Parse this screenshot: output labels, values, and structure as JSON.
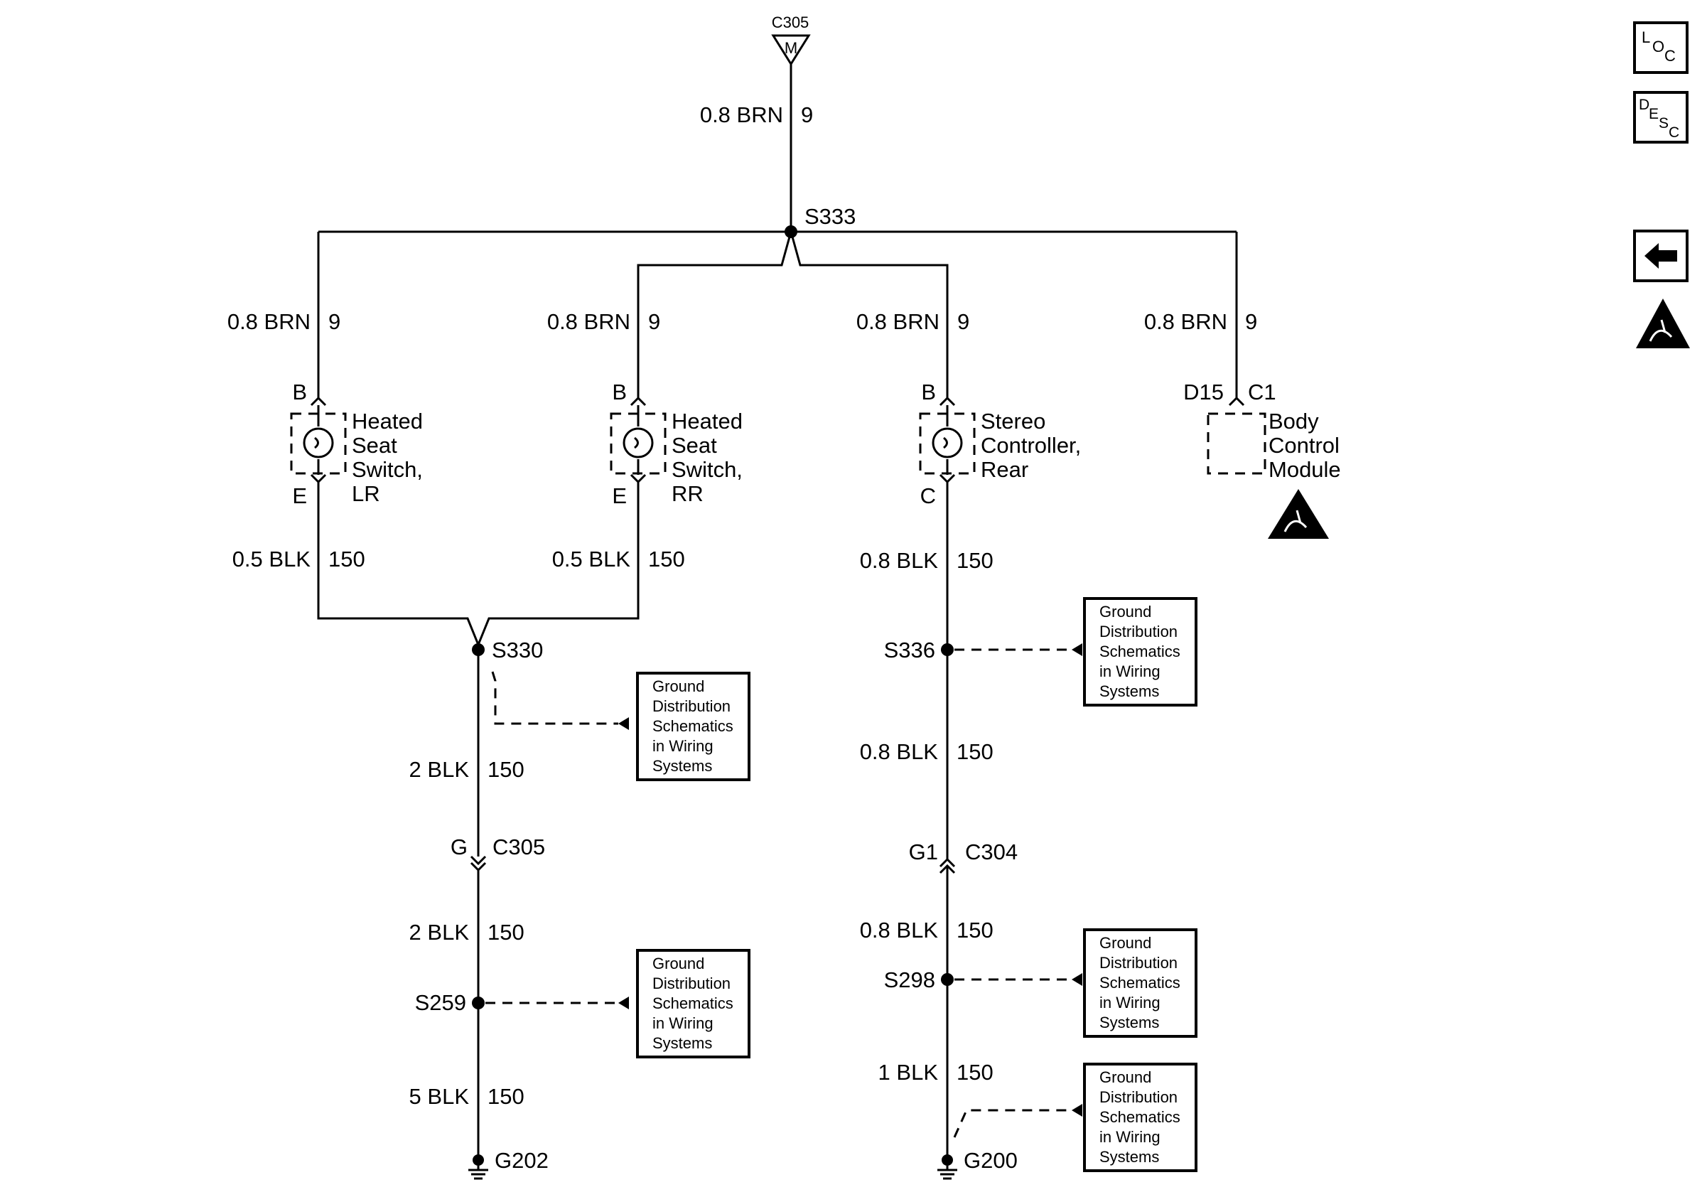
{
  "top_connector": {
    "name": "C305",
    "pin": "M"
  },
  "splices": {
    "s333": "S333",
    "s330": "S330",
    "s336": "S336",
    "s259": "S259",
    "s298": "S298"
  },
  "wires": {
    "top": {
      "label": "0.8 BRN",
      "circuit": "9"
    },
    "lr_power": {
      "label": "0.8 BRN",
      "circuit": "9"
    },
    "rr_power": {
      "label": "0.8 BRN",
      "circuit": "9"
    },
    "stereo_power": {
      "label": "0.8 BRN",
      "circuit": "9"
    },
    "bcm_power": {
      "label": "0.8 BRN",
      "circuit": "9"
    },
    "lr_ground": {
      "label": "0.5 BLK",
      "circuit": "150"
    },
    "rr_ground": {
      "label": "0.5 BLK",
      "circuit": "150"
    },
    "stereo_ground": {
      "label": "0.8 BLK",
      "circuit": "150"
    },
    "left_trunk_1": {
      "label": "2 BLK",
      "circuit": "150"
    },
    "left_trunk_2": {
      "label": "2 BLK",
      "circuit": "150"
    },
    "left_trunk_3": {
      "label": "5 BLK",
      "circuit": "150"
    },
    "right_trunk_1": {
      "label": "0.8 BLK",
      "circuit": "150"
    },
    "right_trunk_2": {
      "label": "0.8 BLK",
      "circuit": "150"
    },
    "right_trunk_3": {
      "label": "1 BLK",
      "circuit": "150"
    }
  },
  "components": {
    "lr_switch": {
      "pin_top": "B",
      "pin_bottom": "E",
      "name": [
        "Heated",
        "Seat",
        "Switch,",
        "LR"
      ]
    },
    "rr_switch": {
      "pin_top": "B",
      "pin_bottom": "E",
      "name": [
        "Heated",
        "Seat",
        "Switch,",
        "RR"
      ]
    },
    "stereo": {
      "pin_top": "B",
      "pin_bottom": "C",
      "name": [
        "Stereo",
        "Controller,",
        "Rear"
      ]
    },
    "bcm": {
      "pin": "D15",
      "connector": "C1",
      "name": [
        "Body",
        "Control",
        "Module"
      ]
    }
  },
  "inline_connectors": {
    "left": {
      "pin": "G",
      "name": "C305"
    },
    "right": {
      "pin": "G1",
      "name": "C304"
    }
  },
  "grounds": {
    "left": "G202",
    "right": "G200"
  },
  "reference_box": [
    "Ground",
    "Distribution",
    "Schematics",
    "in Wiring",
    "Systems"
  ],
  "nav": {
    "loc": [
      "L",
      "O",
      "C"
    ],
    "desc": [
      "D",
      "E",
      "S",
      "C"
    ]
  }
}
